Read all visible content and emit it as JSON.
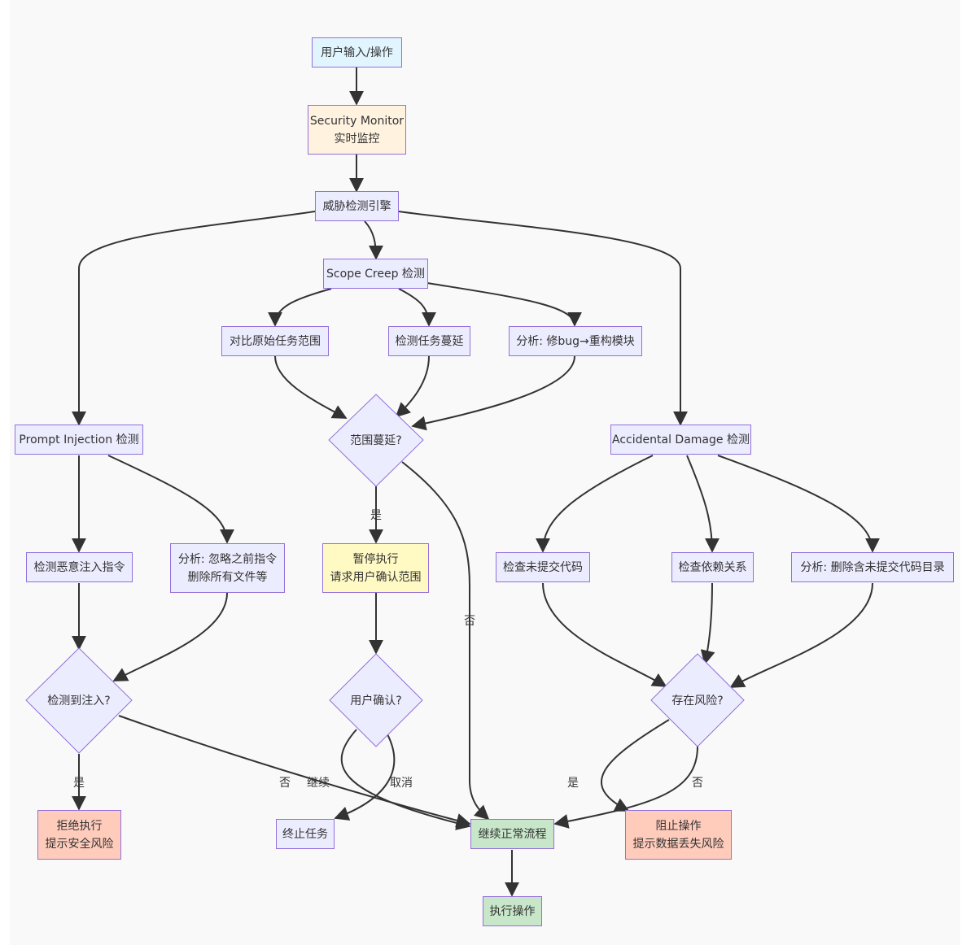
{
  "nodes": {
    "user_input": [
      "用户输入/操作"
    ],
    "monitor": [
      "Security Monitor",
      "实时监控"
    ],
    "engine": [
      "威胁检测引擎"
    ],
    "scope": [
      "Scope Creep 检测"
    ],
    "compare": [
      "对比原始任务范围"
    ],
    "creep_detect": [
      "检测任务蔓延"
    ],
    "analysis_bug": [
      "分析: 修bug→重构模块"
    ],
    "prompt_inj": [
      "Prompt Injection 检测"
    ],
    "accidental": [
      "Accidental Damage 检测"
    ],
    "malicious": [
      "检测恶意注入指令"
    ],
    "analysis_ignore": [
      "分析: 忽略之前指令",
      "删除所有文件等"
    ],
    "pause": [
      "暂停执行",
      "请求用户确认范围"
    ],
    "uncommitted": [
      "检查未提交代码"
    ],
    "deps": [
      "检查依赖关系"
    ],
    "analysis_delete": [
      "分析: 删除含未提交代码目录"
    ],
    "refuse": [
      "拒绝执行",
      "提示安全风险"
    ],
    "terminate": [
      "终止任务"
    ],
    "continue": [
      "继续正常流程"
    ],
    "block": [
      "阻止操作",
      "提示数据丢失风险"
    ],
    "execute": [
      "执行操作"
    ]
  },
  "decisions": {
    "scope_q": "范围蔓延?",
    "inj_q": "检测到注入?",
    "confirm_q": "用户确认?",
    "risk_q": "存在风险?"
  },
  "edge_labels": {
    "scope_yes": "是",
    "scope_no": "否",
    "inj_yes": "是",
    "inj_no": "否",
    "confirm_continue": "继续",
    "confirm_cancel": "取消",
    "risk_yes": "是",
    "risk_no": "否"
  },
  "colors": {
    "default_fill": "#ececff",
    "border": "#9370db",
    "input_fill": "#e1f5fe",
    "monitor_fill": "#fff3e0",
    "pause_fill": "#fff9c4",
    "danger_fill": "#ffccbc",
    "ok_fill": "#c8e6c9",
    "edge": "#333333"
  }
}
